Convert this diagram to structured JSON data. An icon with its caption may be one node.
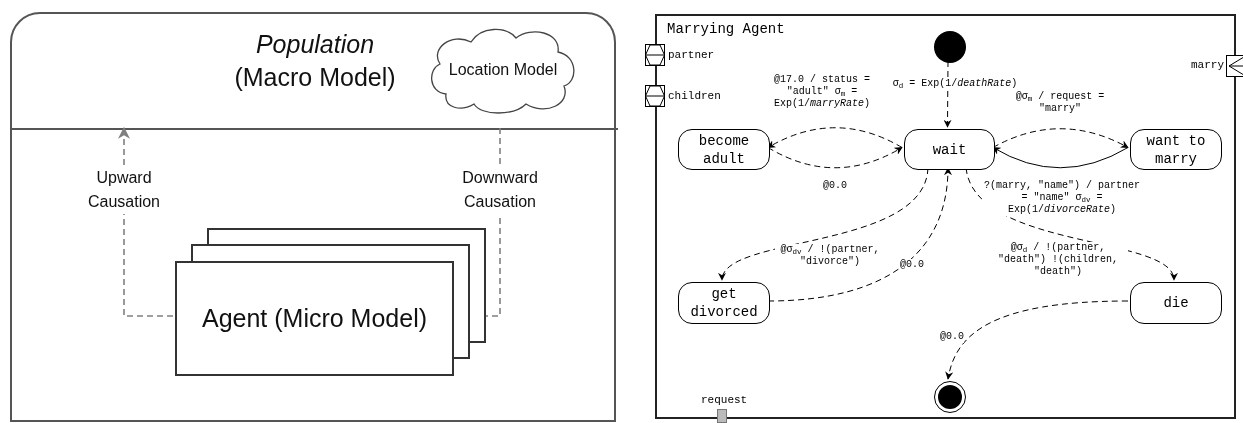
{
  "diagram": {
    "nodes": [
      {
        "text": [],
        "shape": "box"
      },
      {
        "text": [
          "Population",
          "(Macro Model)"
        ],
        "in": 0
      },
      {
        "text": [
          "Location Model"
        ],
        "in": 1
      },
      {
        "text": [
          "Agent (Micro Model)"
        ],
        "in": 0
      },
      {
        "text": [
          "Marrying Agent"
        ]
      },
      {
        "text": [],
        "shape": "circle",
        "in": 4
      },
      {
        "text": [
          "become adult"
        ],
        "in": 4
      },
      {
        "text": [
          "wait"
        ],
        "in": 4
      },
      {
        "text": [
          "want to marry"
        ],
        "in": 4
      },
      {
        "text": [
          "get divorced"
        ],
        "in": 4
      },
      {
        "text": [
          "die"
        ],
        "in": 4
      },
      {
        "text": [],
        "shape": "circle",
        "in": 4
      }
    ],
    "edges": [
      {
        "from": 3,
        "to": 1,
        "arrow": "to",
        "label": "Upward Causation",
        "style": "dashed",
        "color": "#808080"
      },
      {
        "from": 1,
        "to": 3,
        "arrow": "to",
        "label": "Downward Causation",
        "style": "dashed",
        "color": "#808080"
      },
      {
        "from": 5,
        "to": 7,
        "arrow": "to",
        "label": "σ$_{d}$ = Exp(1/*deathRate*)",
        "style": "dashed"
      },
      {
        "from": 7,
        "to": 6,
        "arrow": "to",
        "label": "@17.0 / status = \"adult\" σ$_{m}$ = Exp(1/*marryRate*)",
        "style": "dashed"
      },
      {
        "from": 6,
        "to": 7,
        "arrow": "to",
        "label": "@0.0",
        "style": "dashed"
      },
      {
        "from": 7,
        "to": 8,
        "arrow": "to",
        "label": "@σ$_{m}$ / request = \"marry\"",
        "style": "dashed"
      },
      {
        "from": 8,
        "to": 7,
        "arrow": "to",
        "label": "?(marry, \"name\") / partner = \"name\" σ$_{dv}$ = Exp(1/*divorceRate*)"
      },
      {
        "from": 7,
        "to": 9,
        "arrow": "to",
        "label": "@σ$_{dv}$ / !(partner, \"divorce\")",
        "style": "dashed"
      },
      {
        "from": 9,
        "to": 7,
        "arrow": "to",
        "label": "@0.0",
        "style": "dashed"
      },
      {
        "from": 7,
        "to": 10,
        "arrow": "to",
        "label": "@σ$_{d}$ / !(partner, \"death\") !(children, \"death\")",
        "style": "dashed"
      },
      {
        "from": 10,
        "to": 11,
        "arrow": "to",
        "label": "@0.0",
        "style": "dashed"
      }
    ],
    "labels": [
      "partner",
      "children",
      "marry",
      "request"
    ]
  }
}
